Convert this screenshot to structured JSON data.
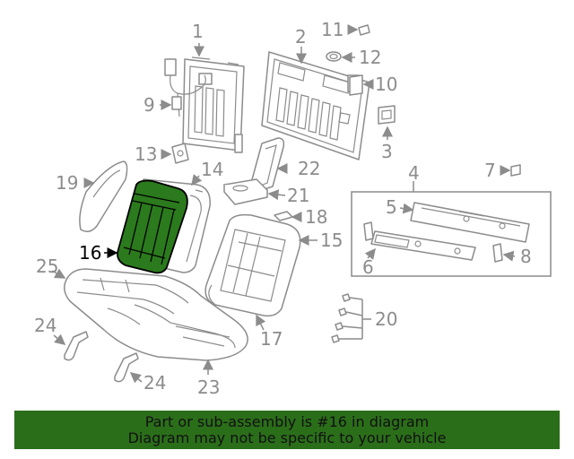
{
  "diagram": {
    "highlight_color": "#2b7a1d",
    "labels": {
      "l1": "1",
      "l2": "2",
      "l3": "3",
      "l4": "4",
      "l5": "5",
      "l6": "6",
      "l7": "7",
      "l8": "8",
      "l9": "9",
      "l10": "10",
      "l11": "11",
      "l12": "12",
      "l13": "13",
      "l14": "14",
      "l15": "15",
      "l16": "16",
      "l17": "17",
      "l18": "18",
      "l19": "19",
      "l20": "20",
      "l21": "21",
      "l22": "22",
      "l23": "23",
      "l24a": "24",
      "l24b": "24",
      "l25": "25"
    }
  },
  "banner": {
    "line1": "Part or sub-assembly is #16 in diagram",
    "line2": "Diagram may not be specific to your vehicle",
    "background": "#2b6e1a"
  }
}
